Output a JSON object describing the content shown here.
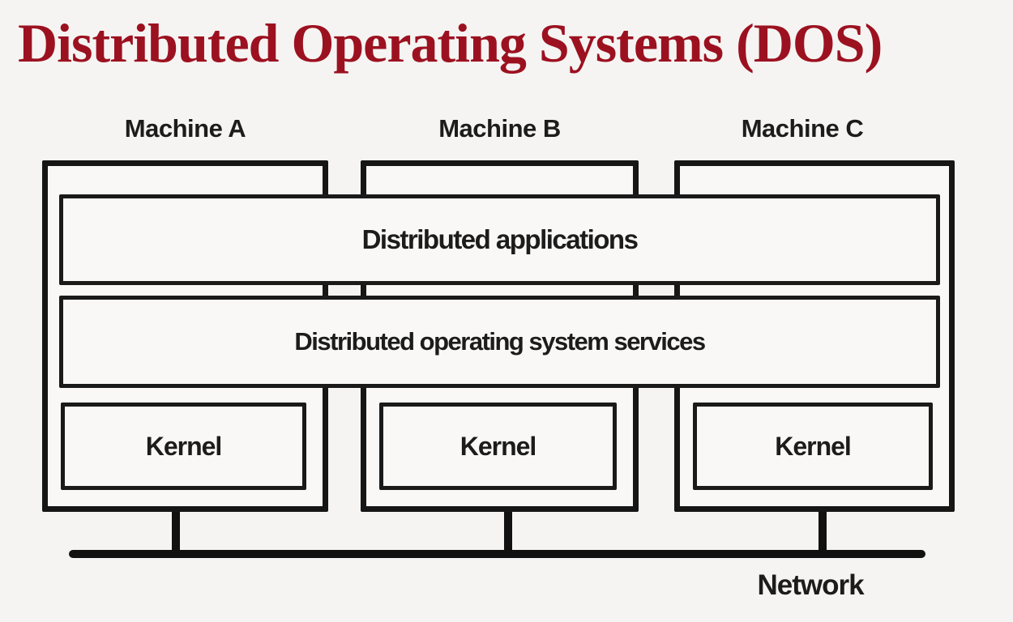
{
  "title": {
    "text": "Distributed Operating Systems (DOS)",
    "color": "#9c1120"
  },
  "diagram": {
    "machines": [
      {
        "label": "Machine A",
        "kernel_label": "Kernel"
      },
      {
        "label": "Machine B",
        "kernel_label": "Kernel"
      },
      {
        "label": "Machine C",
        "kernel_label": "Kernel"
      }
    ],
    "layers": [
      {
        "label": "Distributed applications"
      },
      {
        "label": "Distributed operating system services"
      }
    ],
    "network_label": "Network",
    "colors": {
      "background": "#f5f4f2",
      "box_fill": "#f9f8f6",
      "line": "#161616",
      "title": "#9c1120",
      "text": "#1c1c1c"
    }
  }
}
